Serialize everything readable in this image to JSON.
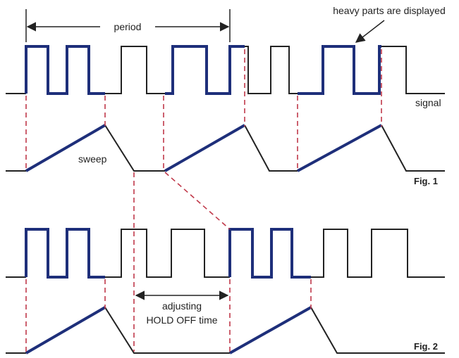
{
  "labels": {
    "period": "period",
    "heavy_parts": "heavy parts are displayed",
    "signal": "signal",
    "sweep": "sweep",
    "fig1": "Fig. 1",
    "fig2": "Fig. 2",
    "holdoff_line1": "adjusting",
    "holdoff_line2": "HOLD OFF time"
  },
  "colors": {
    "heavy": "#1e2f7a",
    "light": "#222222",
    "guide": "#c0394a",
    "text": "#222222"
  }
}
